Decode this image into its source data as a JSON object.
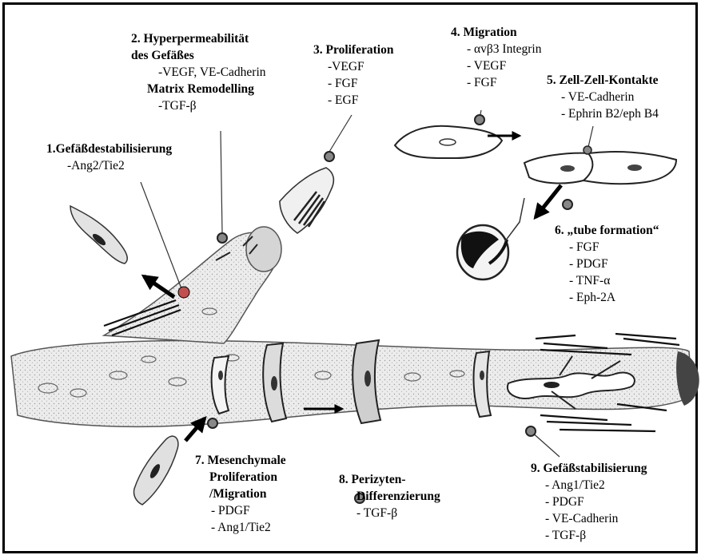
{
  "colors": {
    "line": "#000000",
    "vessel": "#e9e9e9",
    "vessel_edge": "#4a4a4a",
    "marker": "#8a8a8a"
  },
  "steps": [
    {
      "heading": [
        "1.Gefäßdestabilisierung"
      ],
      "items": [
        "-Ang2/Tie2"
      ]
    },
    {
      "heading": [
        "2. Hyperpermeabilität",
        "des Gefäßes"
      ],
      "items": [
        "-VEGF, VE-Cadherin"
      ],
      "heading2": "Matrix Remodelling",
      "items2": [
        "-TGF-β"
      ]
    },
    {
      "heading": [
        "3. Proliferation"
      ],
      "items": [
        "-VEGF",
        "- FGF",
        "- EGF"
      ]
    },
    {
      "heading": [
        "4. Migration"
      ],
      "items": [
        "- αvβ3 Integrin",
        "- VEGF",
        "- FGF"
      ]
    },
    {
      "heading": [
        "5. Zell-Zell-Kontakte"
      ],
      "items": [
        "- VE-Cadherin",
        "- Ephrin B2/eph B4"
      ]
    },
    {
      "heading": [
        "6. „tube formation“"
      ],
      "items": [
        "- FGF",
        "- PDGF",
        "- TNF-α",
        "- Eph-2A"
      ]
    },
    {
      "heading": [
        "7. Mesenchymale",
        "Proliferation",
        "/Migration"
      ],
      "items": [
        "- PDGF",
        "- Ang1/Tie2"
      ]
    },
    {
      "heading": [
        "8. Perizyten-",
        "Differenzierung"
      ],
      "items": [
        "- TGF-β"
      ]
    },
    {
      "heading": [
        "9. Gefäßstabilisierung"
      ],
      "items": [
        "- Ang1/Tie2",
        "- PDGF",
        "- VE-Cadherin",
        "- TGF-β"
      ]
    }
  ]
}
